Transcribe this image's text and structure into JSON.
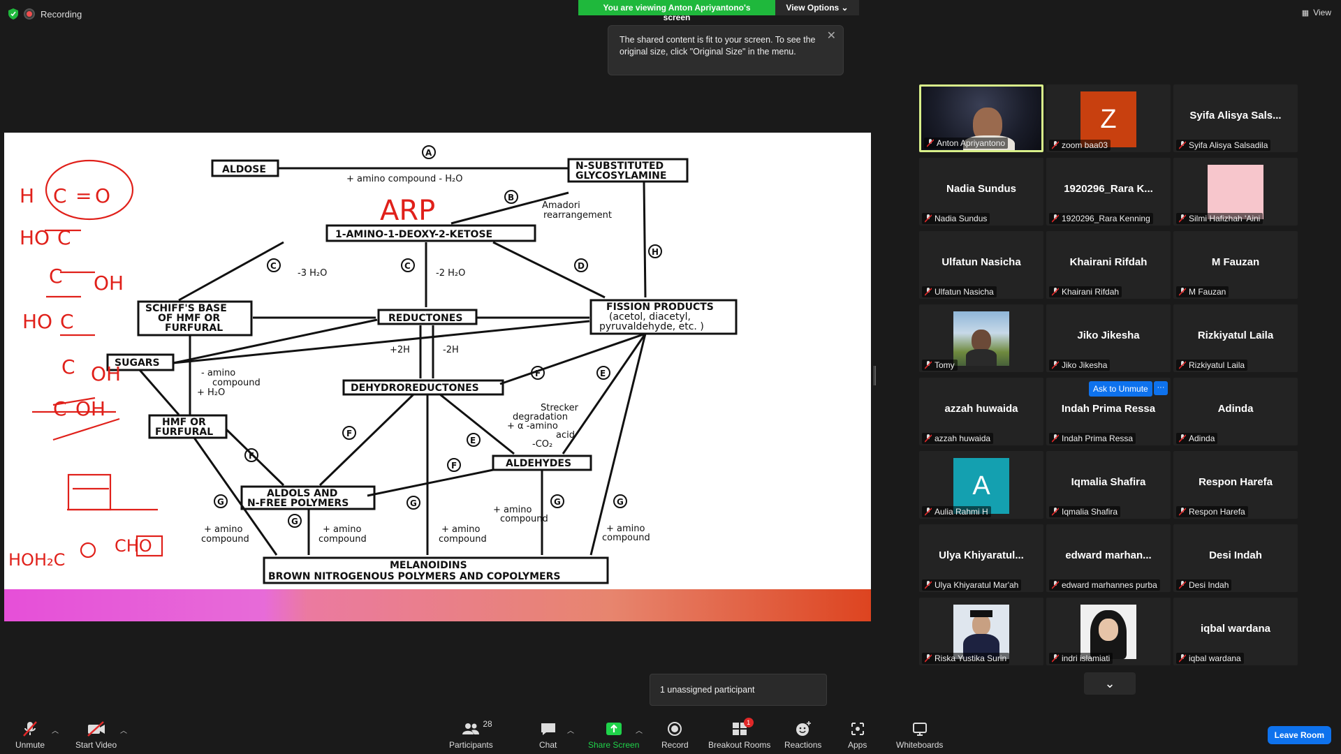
{
  "top_bar": {
    "recording_label": "Recording",
    "banner_text": "You are viewing Anton Apriyantono's screen",
    "view_options_label": "View Options ⌄",
    "view_label": "View",
    "tooltip_text": "The shared content is fit to your screen. To see the original size, click \"Original Size\" in the menu."
  },
  "diagram": {
    "aldose": "ALDOSE",
    "glycosylamine_1": "N-SUBSTITUTED",
    "glycosylamine_2": "GLYCOSYLAMINE",
    "amino_minus_water": "+ amino compound - H₂O",
    "amadori_1": "Amadori",
    "amadori_2": "rearrangement",
    "amino_deoxy": "1-AMINO-1-DEOXY-2-KETOSE",
    "arp": "ARP",
    "minus3": "-3 H₂O",
    "minus2": "-2 H₂O",
    "schiff_1": "SCHIFF'S BASE",
    "schiff_2": "OF HMF OR",
    "schiff_3": "FURFURAL",
    "reductones": "REDUCTONES",
    "fission_1": "FISSION PRODUCTS",
    "fission_2": "(acetol, diacetyl,",
    "fission_3": "pyruvaldehyde, etc. )",
    "sugars": "SUGARS",
    "plus2h": "+2H",
    "minus2h": "-2H",
    "amino_comp_1": "- amino",
    "amino_comp_2": "compound",
    "amino_comp_3": "+ H₂O",
    "dehydro": "DEHYDROREDUCTONES",
    "strecker_1": "Strecker",
    "strecker_2": "degradation",
    "strecker_3": "+ α -amino",
    "strecker_4": "acid",
    "strecker_5": "-CO₂",
    "hmf_1": "HMF OR",
    "hmf_2": "FURFURAL",
    "aldehydes": "ALDEHYDES",
    "aldols_1": "ALDOLS AND",
    "aldols_2": "N-FREE POLYMERS",
    "plus_amino": "+ amino",
    "compound": "compound",
    "melanoidins_1": "MELANOIDINS",
    "melanoidins_2": "BROWN NITROGENOUS POLYMERS AND COPOLYMERS",
    "letters": {
      "a": "A",
      "b": "B",
      "c": "C",
      "d": "D",
      "e": "E",
      "f": "F",
      "g": "G",
      "h": "H"
    },
    "annot_h": "H",
    "annot_c": "C",
    "annot_eq": "=",
    "annot_o": "O",
    "annot_ho": "HO",
    "annot_oh": "OH",
    "annot_hoh2c": "HOH₂C",
    "annot_cho": "CHO"
  },
  "gallery": [
    {
      "name": "Anton Apriyantono",
      "label": "Anton Apriyantono",
      "type": "video",
      "active": true
    },
    {
      "name": "zoom baa03",
      "label": "zoom baa03",
      "type": "avatar",
      "letter": "Z",
      "color": "#c8400f"
    },
    {
      "name": "Syifa Alisya Sals...",
      "label": "Syifa Alisya Salsadila",
      "type": "name"
    },
    {
      "name": "Nadia Sundus",
      "label": "Nadia Sundus",
      "type": "name"
    },
    {
      "name": "1920296_Rara K...",
      "label": "1920296_Rara Kenning",
      "type": "name"
    },
    {
      "name": "Silmi Hafizhah 'Aini",
      "label": "Silmi Hafizhah 'Aini",
      "type": "pink"
    },
    {
      "name": "Ulfatun Nasicha",
      "label": "Ulfatun Nasicha",
      "type": "name"
    },
    {
      "name": "Khairani Rifdah",
      "label": "Khairani Rifdah",
      "type": "name"
    },
    {
      "name": "M Fauzan",
      "label": "M Fauzan",
      "type": "name"
    },
    {
      "name": "Tomy",
      "label": "Tomy",
      "type": "photo"
    },
    {
      "name": "Jiko Jikesha",
      "label": "Jiko Jikesha",
      "type": "name"
    },
    {
      "name": "Rizkiyatul Laila",
      "label": "Rizkiyatul Laila",
      "type": "name"
    },
    {
      "name": "azzah huwaida",
      "label": "azzah huwaida",
      "type": "name"
    },
    {
      "name": "Indah Prima Ressa",
      "label": "Indah Prima Ressa",
      "type": "name"
    },
    {
      "name": "Adinda",
      "label": "Adinda",
      "type": "name"
    },
    {
      "name": "Aulia Rahmi H",
      "label": "Aulia Rahmi H",
      "type": "avatar",
      "letter": "A",
      "color": "#14a0b0"
    },
    {
      "name": "Iqmalia Shafira",
      "label": "Iqmalia Shafira",
      "type": "name"
    },
    {
      "name": "Respon Harefa",
      "label": "Respon Harefa",
      "type": "name"
    },
    {
      "name": "Ulya Khiyaratul...",
      "label": "Ulya Khiyaratul Mar'ah",
      "type": "name"
    },
    {
      "name": "edward marhan...",
      "label": "edward marhannes purba",
      "type": "name"
    },
    {
      "name": "Desi Indah",
      "label": "Desi Indah",
      "type": "name"
    },
    {
      "name": "Riska Yustika Surin",
      "label": "Riska Yustika Surin",
      "type": "photo2"
    },
    {
      "name": "indri islamiati",
      "label": "indri islamiati",
      "type": "photo3"
    },
    {
      "name": "iqbal wardana",
      "label": "iqbal wardana",
      "type": "name"
    }
  ],
  "ask_unmute": "Ask to Unmute",
  "ask_more": "···",
  "unassigned": "1 unassigned participant",
  "toolbar": {
    "unmute": "Unmute",
    "start_video": "Start Video",
    "participants": "Participants",
    "participants_count": "28",
    "chat": "Chat",
    "share_screen": "Share Screen",
    "record": "Record",
    "breakout_rooms": "Breakout Rooms",
    "breakout_badge": "1",
    "reactions": "Reactions",
    "apps": "Apps",
    "whiteboards": "Whiteboards",
    "leave": "Leave Room"
  },
  "colors": {
    "accent": "#0e72ed",
    "green": "#1fb83c",
    "active_border": "#d9f08a",
    "annotation": "#e0201a"
  }
}
